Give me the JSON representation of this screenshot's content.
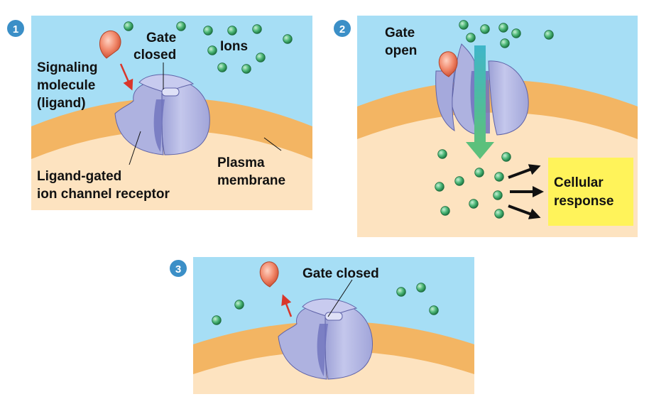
{
  "panels": [
    {
      "step": "1",
      "labels": {
        "gate": [
          "Gate",
          "closed"
        ],
        "ions": "Ions",
        "ligand": [
          "Signaling",
          "molecule",
          "(ligand)"
        ],
        "receptor": [
          "Ligand-gated",
          "ion channel receptor"
        ],
        "membrane": [
          "Plasma",
          "membrane"
        ]
      }
    },
    {
      "step": "2",
      "labels": {
        "gate": [
          "Gate",
          "open"
        ],
        "response": [
          "Cellular",
          "response"
        ]
      }
    },
    {
      "step": "3",
      "labels": {
        "gate": "Gate closed"
      }
    }
  ],
  "colors": {
    "extracellular": "#a6def5",
    "membrane": "#f3b563",
    "cytoplasm": "#fde3c0",
    "receptor": "#b3b6e2",
    "receptor_dark": "#6e72bd",
    "ligand": "#f08567",
    "ion": "#4fb97a",
    "ion_flow_arrow": "#5cc07c",
    "response_box": "#fff35a",
    "red_arrow": "#d9362b",
    "step_badge": "#3b8fc7"
  },
  "icons": {
    "ion": "green-sphere",
    "ligand": "teardrop-shape",
    "receptor": "ion-channel-protein"
  }
}
